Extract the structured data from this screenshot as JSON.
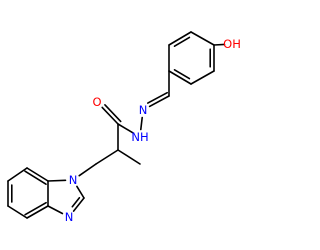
{
  "molecule": {
    "bond_color": "#000000",
    "atoms": [
      {
        "id": "ring_top_c1",
        "symbol": "",
        "color": "#000000"
      },
      {
        "id": "ring_top_c2",
        "symbol": "",
        "color": "#000000"
      },
      {
        "id": "ring_top_c3",
        "symbol": "",
        "color": "#000000"
      },
      {
        "id": "ring_top_c4",
        "symbol": "",
        "color": "#000000"
      },
      {
        "id": "ring_top_c5",
        "symbol": "",
        "color": "#000000"
      },
      {
        "id": "ring_top_c6",
        "symbol": "",
        "color": "#000000"
      },
      {
        "id": "hydroxyl",
        "symbol": "OH",
        "color": "#ff0000"
      },
      {
        "id": "imine_c",
        "symbol": "",
        "color": "#000000"
      },
      {
        "id": "imine_n",
        "symbol": "N",
        "color": "#0000ff"
      },
      {
        "id": "amide_n",
        "symbol": "NH",
        "color": "#0000ff"
      },
      {
        "id": "carbonyl_c",
        "symbol": "",
        "color": "#000000"
      },
      {
        "id": "carbonyl_o",
        "symbol": "O",
        "color": "#ff0000"
      },
      {
        "id": "ch_c",
        "symbol": "",
        "color": "#000000"
      },
      {
        "id": "methyl_c",
        "symbol": "",
        "color": "#000000"
      },
      {
        "id": "ch2_c",
        "symbol": "",
        "color": "#000000"
      },
      {
        "id": "bzim_n1",
        "symbol": "N",
        "color": "#0000ff"
      },
      {
        "id": "bzim_c2",
        "symbol": "",
        "color": "#000000"
      },
      {
        "id": "bzim_n3",
        "symbol": "N",
        "color": "#0000ff"
      },
      {
        "id": "bzim_c3a",
        "symbol": "",
        "color": "#000000"
      },
      {
        "id": "bzim_c4",
        "symbol": "",
        "color": "#000000"
      },
      {
        "id": "bzim_c5",
        "symbol": "",
        "color": "#000000"
      },
      {
        "id": "bzim_c6",
        "symbol": "",
        "color": "#000000"
      },
      {
        "id": "bzim_c7",
        "symbol": "",
        "color": "#000000"
      },
      {
        "id": "bzim_c7a",
        "symbol": "",
        "color": "#000000"
      }
    ],
    "bonds": [
      {
        "from": "ring_top_c1",
        "to": "ring_top_c2",
        "order": 2
      },
      {
        "from": "ring_top_c2",
        "to": "ring_top_c3",
        "order": 1
      },
      {
        "from": "ring_top_c3",
        "to": "ring_top_c4",
        "order": 2
      },
      {
        "from": "ring_top_c4",
        "to": "ring_top_c5",
        "order": 1
      },
      {
        "from": "ring_top_c5",
        "to": "ring_top_c6",
        "order": 2
      },
      {
        "from": "ring_top_c6",
        "to": "ring_top_c1",
        "order": 1
      },
      {
        "from": "ring_top_c3",
        "to": "hydroxyl",
        "order": 1
      },
      {
        "from": "ring_top_c6",
        "to": "imine_c",
        "order": 1
      },
      {
        "from": "imine_c",
        "to": "imine_n",
        "order": 2
      },
      {
        "from": "imine_n",
        "to": "amide_n",
        "order": 1
      },
      {
        "from": "amide_n",
        "to": "carbonyl_c",
        "order": 1
      },
      {
        "from": "carbonyl_c",
        "to": "carbonyl_o",
        "order": 2
      },
      {
        "from": "carbonyl_c",
        "to": "ch_c",
        "order": 1
      },
      {
        "from": "ch_c",
        "to": "methyl_c",
        "order": 1
      },
      {
        "from": "ch_c",
        "to": "ch2_c",
        "order": 1
      },
      {
        "from": "ch2_c",
        "to": "bzim_n1",
        "order": 1
      },
      {
        "from": "bzim_n1",
        "to": "bzim_c2",
        "order": 1
      },
      {
        "from": "bzim_c2",
        "to": "bzim_n3",
        "order": 2
      },
      {
        "from": "bzim_n3",
        "to": "bzim_c3a",
        "order": 1
      },
      {
        "from": "bzim_c3a",
        "to": "bzim_c7a",
        "order": 1
      },
      {
        "from": "bzim_c7a",
        "to": "bzim_n1",
        "order": 1
      },
      {
        "from": "bzim_c3a",
        "to": "bzim_c4",
        "order": 2
      },
      {
        "from": "bzim_c4",
        "to": "bzim_c5",
        "order": 1
      },
      {
        "from": "bzim_c5",
        "to": "bzim_c6",
        "order": 2
      },
      {
        "from": "bzim_c6",
        "to": "bzim_c7",
        "order": 1
      },
      {
        "from": "bzim_c7",
        "to": "bzim_c7a",
        "order": 2
      }
    ]
  }
}
